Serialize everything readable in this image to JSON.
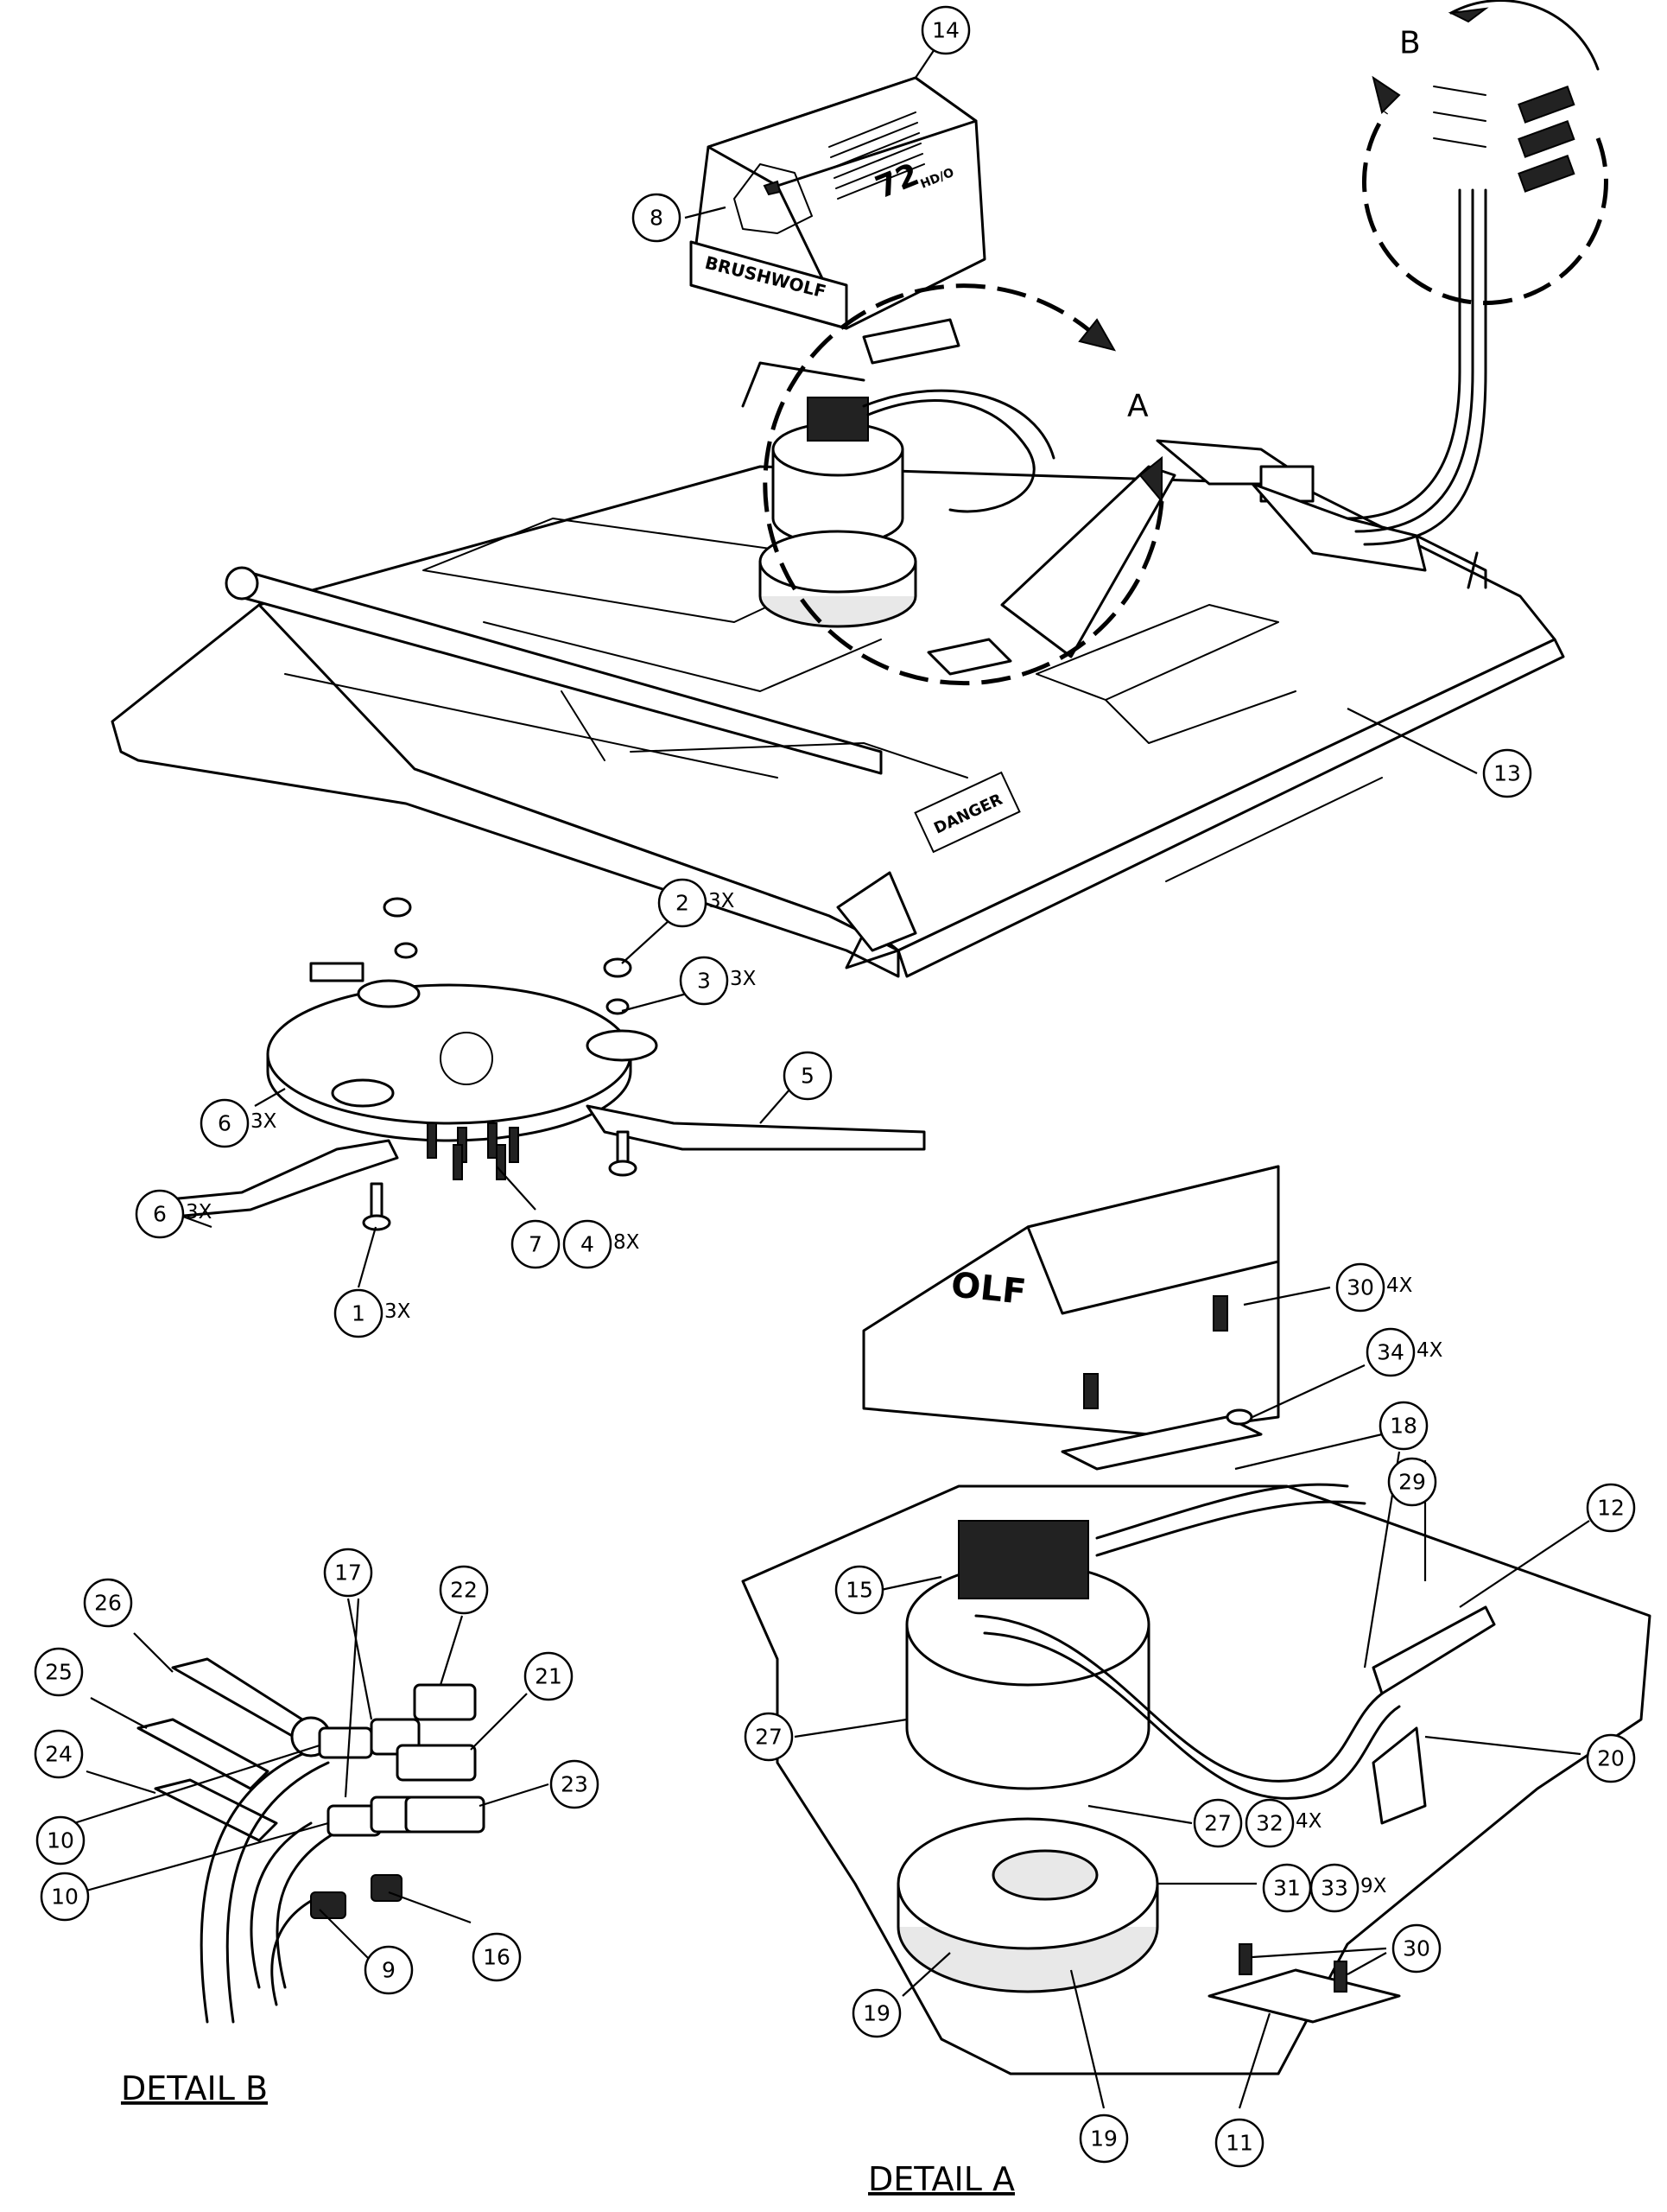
{
  "views": {
    "detail_b_title": "DETAIL  B",
    "detail_a_title": "DETAIL  A",
    "view_b_letter": "B",
    "view_a_letter": "A"
  },
  "decals": {
    "brand": "BRUSHWOLF",
    "model_main": "72",
    "model_sub": "HD/O",
    "warning": "DANGER"
  },
  "callouts": [
    {
      "num": "14",
      "qty": ""
    },
    {
      "num": "8",
      "qty": ""
    },
    {
      "num": "13",
      "qty": ""
    },
    {
      "num": "2",
      "qty": "3X"
    },
    {
      "num": "3",
      "qty": "3X"
    },
    {
      "num": "6",
      "qty": "3X"
    },
    {
      "num": "5",
      "qty": ""
    },
    {
      "num": "6",
      "qty": "3X"
    },
    {
      "num": "7",
      "qty": ""
    },
    {
      "num": "4",
      "qty": "8X"
    },
    {
      "num": "1",
      "qty": "3X"
    },
    {
      "num": "30",
      "qty": "4X"
    },
    {
      "num": "34",
      "qty": "4X"
    },
    {
      "num": "18",
      "qty": ""
    },
    {
      "num": "29",
      "qty": ""
    },
    {
      "num": "12",
      "qty": ""
    },
    {
      "num": "15",
      "qty": ""
    },
    {
      "num": "27",
      "qty": ""
    },
    {
      "num": "20",
      "qty": ""
    },
    {
      "num": "27",
      "qty": ""
    },
    {
      "num": "32",
      "qty": "4X"
    },
    {
      "num": "31",
      "qty": ""
    },
    {
      "num": "33",
      "qty": "9X"
    },
    {
      "num": "30",
      "qty": ""
    },
    {
      "num": "19",
      "qty": ""
    },
    {
      "num": "19",
      "qty": ""
    },
    {
      "num": "11",
      "qty": ""
    },
    {
      "num": "17",
      "qty": ""
    },
    {
      "num": "22",
      "qty": ""
    },
    {
      "num": "26",
      "qty": ""
    },
    {
      "num": "21",
      "qty": ""
    },
    {
      "num": "25",
      "qty": ""
    },
    {
      "num": "24",
      "qty": ""
    },
    {
      "num": "23",
      "qty": ""
    },
    {
      "num": "10",
      "qty": ""
    },
    {
      "num": "10",
      "qty": ""
    },
    {
      "num": "16",
      "qty": ""
    },
    {
      "num": "9",
      "qty": ""
    }
  ]
}
